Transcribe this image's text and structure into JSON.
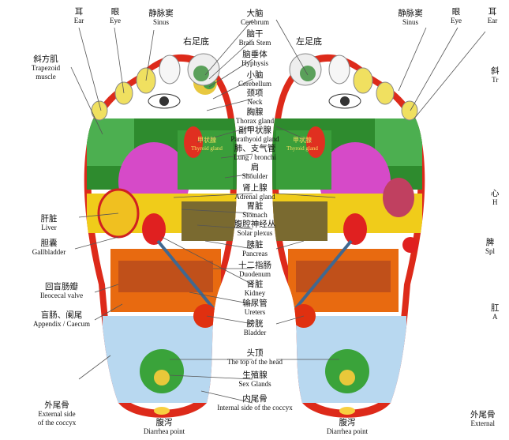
{
  "feet": {
    "right": "右足底",
    "left": "左足底"
  },
  "center_labels": [
    {
      "zh": "大脑",
      "en": "Cerebrum"
    },
    {
      "zh": "脑干",
      "en": "Brain Stem"
    },
    {
      "zh": "脑垂体",
      "en": "Hyphysis"
    },
    {
      "zh": "小脑",
      "en": "Cerebellum"
    },
    {
      "zh": "颈项",
      "en": "Neck"
    },
    {
      "zh": "胸腺",
      "en": "Thorax gland"
    },
    {
      "zh": "副甲状腺",
      "en": "Parathyoid gland"
    },
    {
      "zh": "肺、支气管",
      "en": "Lung / bronchi"
    },
    {
      "zh": "肩",
      "en": "Shoulder"
    },
    {
      "zh": "肾上腺",
      "en": "Adrenal gland"
    },
    {
      "zh": "胃脏",
      "en": "Stomach"
    },
    {
      "zh": "腹腔神经丛",
      "en": "Solar plexus"
    },
    {
      "zh": "胰脏",
      "en": "Pancreas"
    },
    {
      "zh": "十二指肠",
      "en": "Duodenum"
    },
    {
      "zh": "肾脏",
      "en": "Kidney"
    },
    {
      "zh": "输尿管",
      "en": "Ureters"
    },
    {
      "zh": "膀胱",
      "en": "Bladder"
    },
    {
      "zh": "头顶",
      "en": "The top of the head"
    },
    {
      "zh": "生殖腺",
      "en": "Sex Glands"
    },
    {
      "zh": "内尾骨",
      "en": "Internal side of the coccyx"
    }
  ],
  "left_side": {
    "ear": {
      "zh": "耳",
      "en": "Ear"
    },
    "eye": {
      "zh": "眼",
      "en": "Eye"
    },
    "sinus": {
      "zh": "静脉窦",
      "en": "Sinus"
    },
    "trapezoid": {
      "zh": "斜方肌",
      "en1": "Trapezoid",
      "en2": "muscle"
    },
    "liver": {
      "zh": "肝脏",
      "en": "Liver"
    },
    "gallbladder": {
      "zh": "胆囊",
      "en": "Gallbladder"
    },
    "ileocecal": {
      "zh": "回盲肠瓣",
      "en": "Ileocecal valve"
    },
    "appendix": {
      "zh": "盲肠、阑尾",
      "en": "Appendix / Caecum"
    },
    "coccyx": {
      "zh": "外尾骨",
      "en1": "External side",
      "en2": "of the coccyx"
    },
    "diarrhea": {
      "zh": "腹泻",
      "en": "Diarrhea point"
    }
  },
  "right_side": {
    "sinus": {
      "zh": "静脉窦",
      "en": "Sinus"
    },
    "eye": {
      "zh": "眼",
      "en": "Eye"
    },
    "ear": {
      "zh": "耳",
      "en": "Ear"
    },
    "heart": {
      "zh": "心",
      "en": "H"
    },
    "spleen": {
      "zh": "脾",
      "en": "Spl"
    },
    "a": {
      "zh": "肛",
      "en": "A"
    },
    "trap": {
      "zh": "斜",
      "en": "Tr"
    },
    "coccyx": {
      "zh": "外尾骨",
      "en": "External"
    },
    "diarrhea": {
      "zh": "腹泻",
      "en": "Diarrhea point"
    }
  },
  "in_foot": {
    "thyroid_zh": "甲状腺",
    "thyroid_en": "Thyroid gland"
  }
}
